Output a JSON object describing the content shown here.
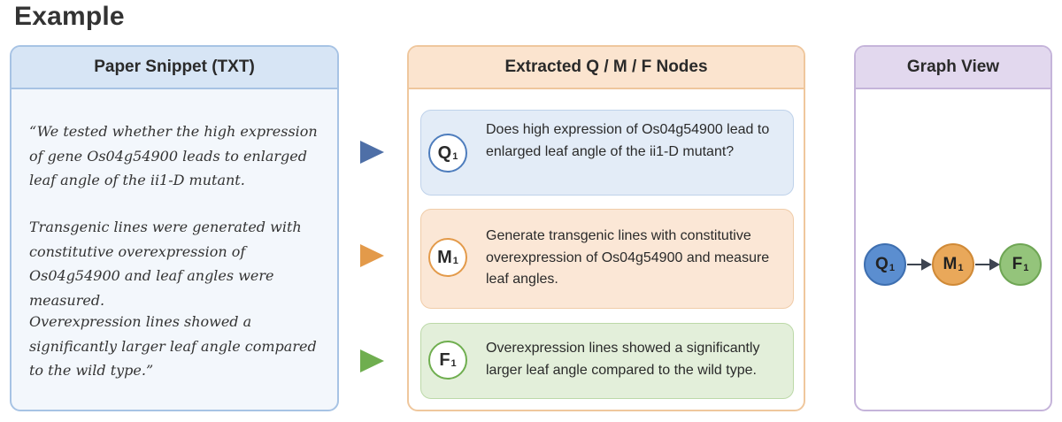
{
  "heading": "Example",
  "snippet_panel": {
    "title": "Paper Snippet (TXT)",
    "paragraphs": [
      "“We tested whether the high expression of gene Os04g54900 leads to enlarged leaf angle of the ii1-D mutant.",
      "Transgenic lines were generated with constitutive overexpression of Os04g54900 and leaf angles were measured.",
      "Overexpression lines showed a significantly larger leaf angle compared to the wild type.”"
    ]
  },
  "nodes_panel": {
    "title": "Extracted Q / M / F Nodes",
    "nodes": [
      {
        "letter": "Q",
        "index": "1",
        "text": "Does high expression of Os04g54900 lead to enlarged leaf angle of the ii1-D mutant?"
      },
      {
        "letter": "M",
        "index": "1",
        "text": "Generate transgenic lines with constitutive overexpression of Os04g54900 and measure leaf angles."
      },
      {
        "letter": "F",
        "index": "1",
        "text": "Overexpression lines showed a significantly larger leaf angle compared to the wild type."
      }
    ]
  },
  "graph_panel": {
    "title": "Graph View",
    "nodes": [
      {
        "letter": "Q",
        "index": "1"
      },
      {
        "letter": "M",
        "index": "1"
      },
      {
        "letter": "F",
        "index": "1"
      }
    ]
  },
  "colors": {
    "question": "#4e7dbd",
    "method": "#e39a4a",
    "finding": "#6fae4f",
    "graph_q_fill": "#5b8ed0",
    "graph_m_fill": "#e9a85a",
    "graph_f_fill": "#94c47b",
    "edge": "#3d4450"
  }
}
